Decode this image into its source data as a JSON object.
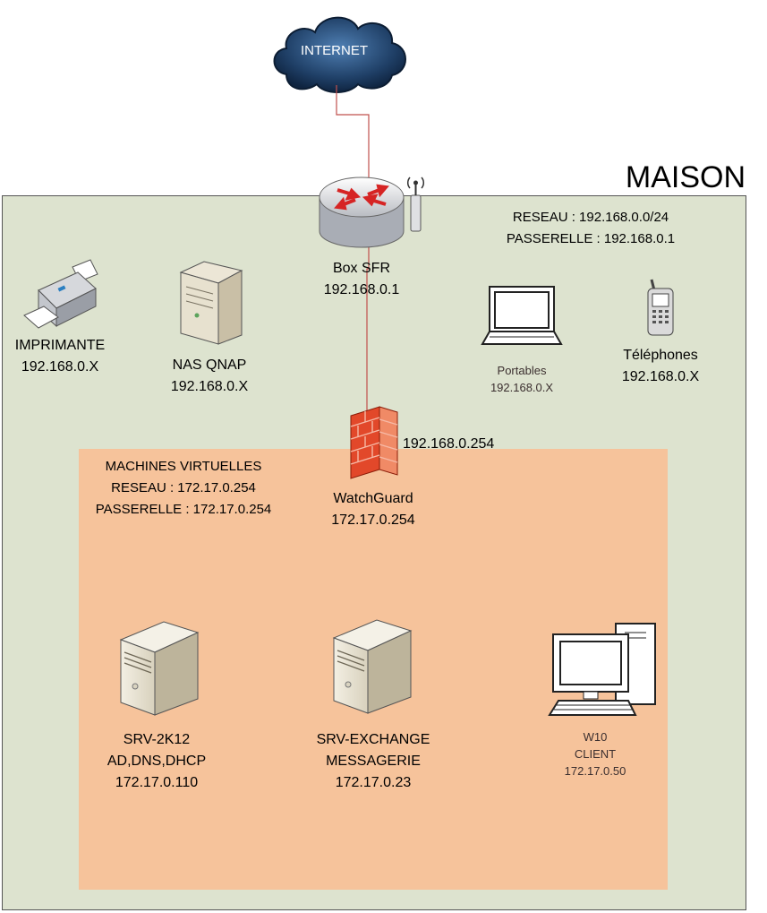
{
  "cloud": {
    "label": "INTERNET"
  },
  "maison": {
    "title": "MAISON",
    "network": "RESEAU : 192.168.0.0/24",
    "gateway": "PASSERELLE : 192.168.0.1"
  },
  "router": {
    "name": "Box SFR",
    "ip": "192.168.0.1"
  },
  "printer": {
    "name": "IMPRIMANTE",
    "ip": "192.168.0.X"
  },
  "nas": {
    "name": "NAS QNAP",
    "ip": "192.168.0.X"
  },
  "laptops": {
    "name": "Portables",
    "ip": "192.168.0.X"
  },
  "phones": {
    "name": "Téléphones",
    "ip": "192.168.0.X"
  },
  "firewall": {
    "name": "WatchGuard",
    "ip": "172.17.0.254",
    "wan_ip": "192.168.0.254"
  },
  "vm": {
    "title": "MACHINES VIRTUELLES",
    "network": "RESEAU : 172.17.0.254",
    "gateway": "PASSERELLE : 172.17.0.254"
  },
  "srv2k12": {
    "name": "SRV-2K12",
    "role": "AD,DNS,DHCP",
    "ip": "172.17.0.110"
  },
  "exchange": {
    "name": "SRV-EXCHANGE",
    "role": "MESSAGERIE",
    "ip": "172.17.0.23"
  },
  "w10": {
    "name": "W10",
    "role": "CLIENT",
    "ip": "172.17.0.50"
  },
  "colors": {
    "zone_maison": "#dde3cf",
    "zone_vm": "#f6c39b",
    "link": "#c0504d",
    "cloud": "#1f3f66"
  }
}
